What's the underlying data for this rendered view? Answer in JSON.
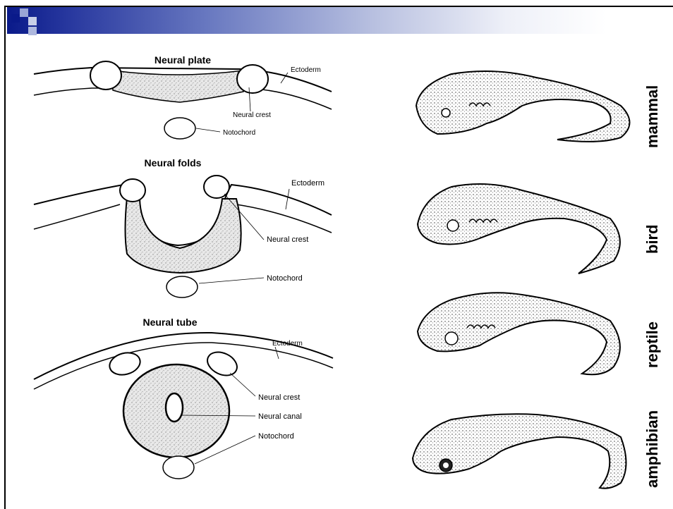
{
  "stages": [
    {
      "title": "Neural plate",
      "labels": {
        "ectoderm": "Ectoderm",
        "neural_crest": "Neural crest",
        "notochord": "Notochord"
      }
    },
    {
      "title": "Neural folds",
      "labels": {
        "ectoderm": "Ectoderm",
        "neural_crest": "Neural crest",
        "notochord": "Notochord"
      }
    },
    {
      "title": "Neural tube",
      "labels": {
        "ectoderm": "Ectoderm",
        "neural_crest": "Neural crest",
        "neural_canal": "Neural canal",
        "notochord": "Notochord"
      }
    }
  ],
  "embryos": [
    "mammal",
    "bird",
    "reptile",
    "amphibian"
  ],
  "colors": {
    "header_dark": "#0a1a8a",
    "stipple": "#d8d8d8"
  }
}
